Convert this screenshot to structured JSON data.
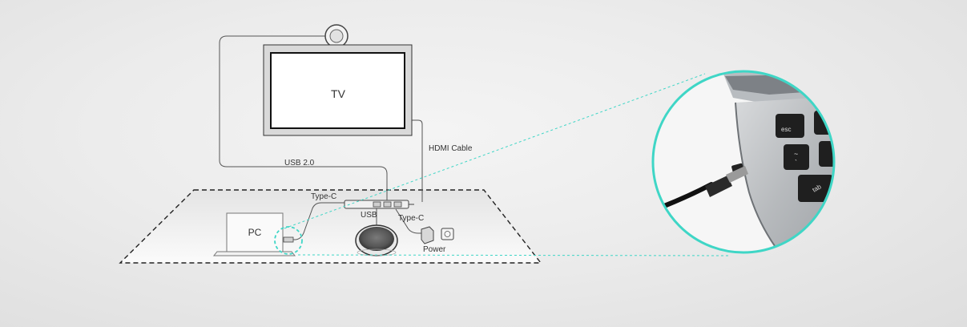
{
  "labels": {
    "tv": "TV",
    "hdmi": "HDMI Cable",
    "usb20": "USB 2.0",
    "type_c_left": "Type-C",
    "usb": "USB",
    "type_c_right": "Type-C",
    "pc": "PC",
    "power": "Power"
  },
  "zoom_keys": {
    "esc": "esc",
    "tilde": "~",
    "backtick": "`",
    "tab": "tab"
  },
  "colors": {
    "accent": "#3fd6c6",
    "line": "#555555"
  }
}
